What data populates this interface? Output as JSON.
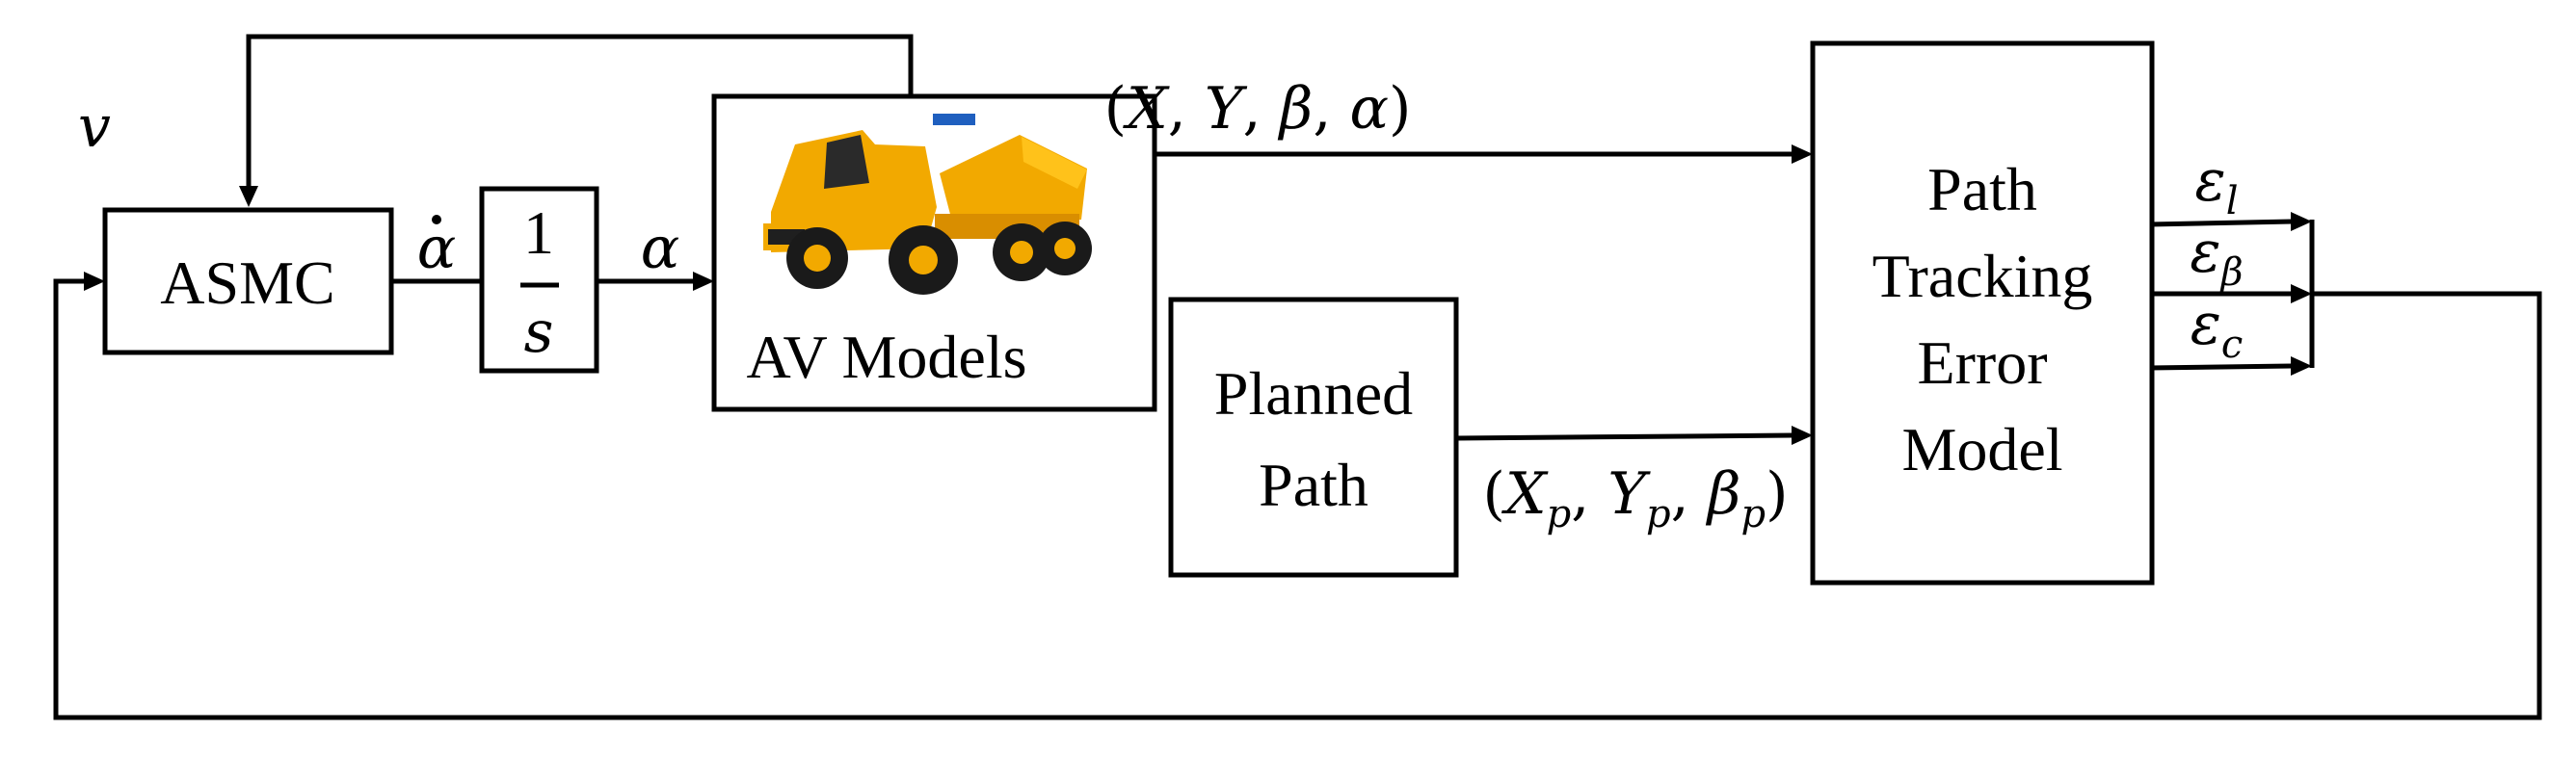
{
  "blocks": {
    "asmc": "ASMC",
    "integrator_num": "1",
    "integrator_den": "s",
    "av_models": "AV Models",
    "planned_path_line1": "Planned",
    "planned_path_line2": "Path",
    "error_model_line1": "Path",
    "error_model_line2": "Tracking",
    "error_model_line3": "Error",
    "error_model_line4": "Model"
  },
  "signals": {
    "v": "v",
    "alpha_dot": "α",
    "alpha": "α",
    "av_open": "(",
    "av_X": "X",
    "av_c1": ", ",
    "av_Y": "Y",
    "av_c2": ", ",
    "av_beta": "β",
    "av_c3": ", ",
    "av_alpha": "α",
    "av_close": ")",
    "pp_open": "(",
    "pp_X": "X",
    "pp_Xsub": "p",
    "pp_c1": ", ",
    "pp_Y": "Y",
    "pp_Ysub": "p",
    "pp_c2": ", ",
    "pp_beta": "β",
    "pp_betasub": "p",
    "pp_close": ")",
    "eps_l": "ε",
    "eps_l_sub": "l",
    "eps_beta": "ε",
    "eps_beta_sub": "β",
    "eps_c": "ε",
    "eps_c_sub": "c"
  },
  "colors": {
    "line": "#000000",
    "truck_body": "#f2a900",
    "truck_tire": "#1a1a1a"
  },
  "icons": {
    "vehicle": "articulated-dump-truck-icon"
  }
}
